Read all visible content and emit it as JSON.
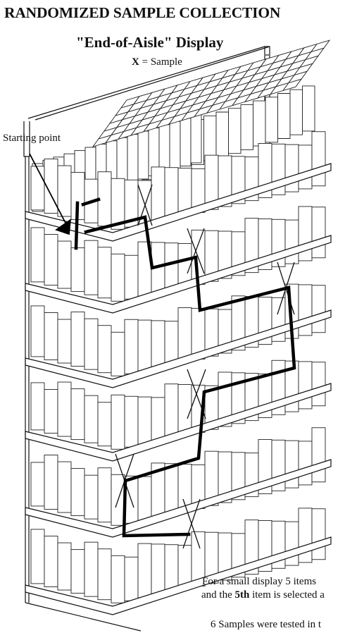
{
  "title": "RANDOMIZED SAMPLE COLLECTION",
  "subtitle": "\"End-of-Aisle\" Display",
  "legend": {
    "symbol": "X",
    "equals": "=",
    "label": "Sample"
  },
  "start_label": "Starting point",
  "notes": {
    "line1": "For a small display 5 items",
    "line2_before": "and the",
    "line2_bold": "5th",
    "line2_after": "item is selected a",
    "line3": "6 Samples were tested in t"
  },
  "sample_count": 6,
  "colors": {
    "ink": "#111111",
    "paper": "#ffffff",
    "path": "#000000"
  }
}
